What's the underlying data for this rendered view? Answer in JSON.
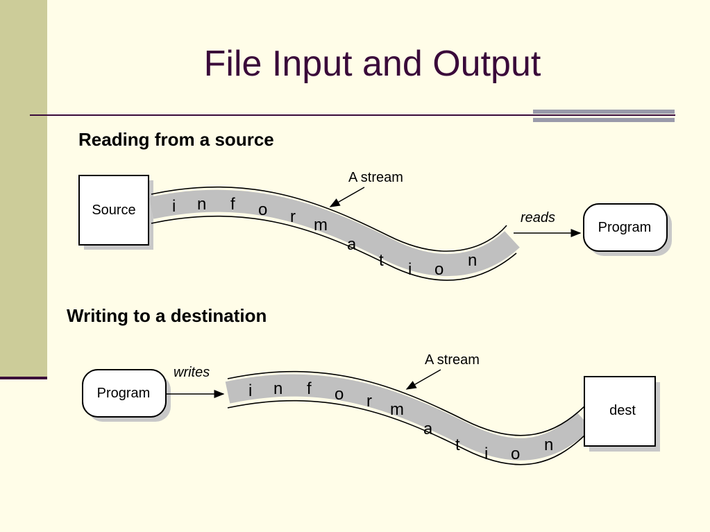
{
  "slide": {
    "title": "File Input and Output"
  },
  "reading": {
    "heading": "Reading from a source",
    "source_label": "Source",
    "program_label": "Program",
    "action_label": "reads",
    "stream_label": "A stream",
    "stream_letters": [
      "i",
      "n",
      "f",
      "o",
      "r",
      "m",
      "a",
      "t",
      "i",
      "o",
      "n"
    ]
  },
  "writing": {
    "heading": "Writing to a destination",
    "program_label": "Program",
    "dest_label": "dest",
    "action_label": "writes",
    "stream_label": "A stream",
    "stream_letters": [
      "i",
      "n",
      "f",
      "o",
      "r",
      "m",
      "a",
      "t",
      "i",
      "o",
      "n"
    ]
  }
}
